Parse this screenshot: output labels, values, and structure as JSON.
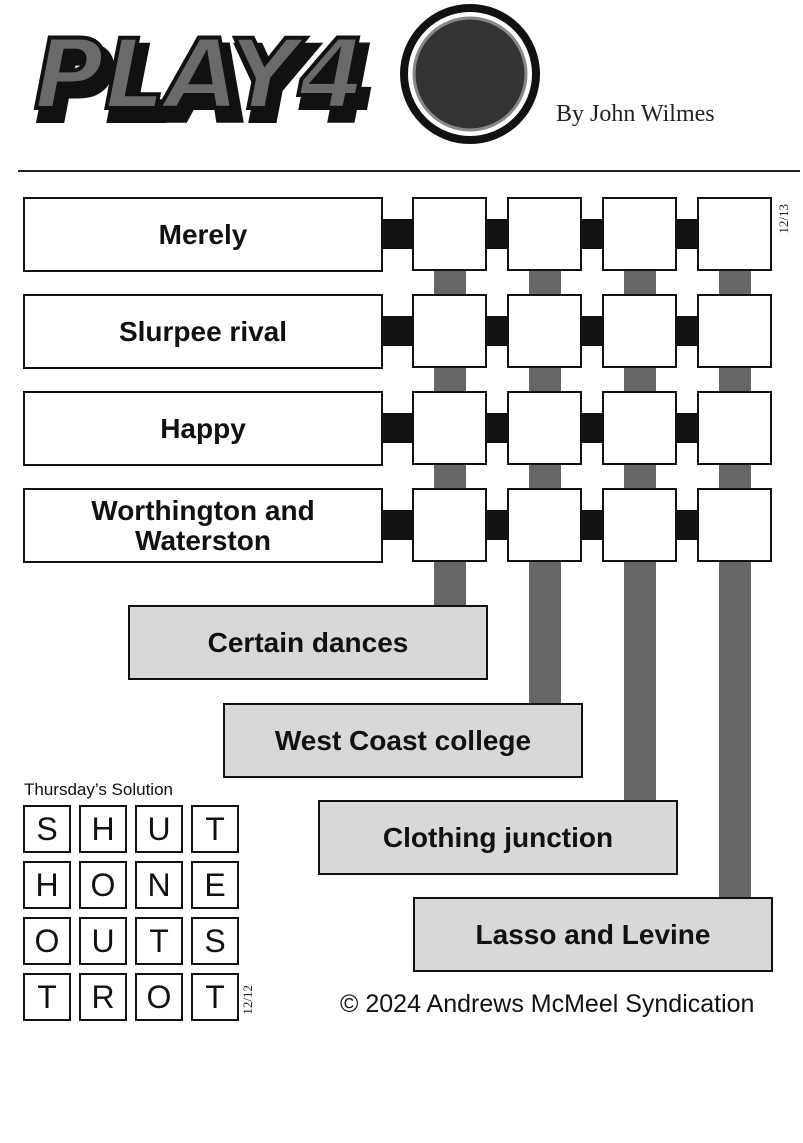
{
  "header": {
    "logo_text": "PLAY4",
    "byline": "By John Wilmes",
    "date": "12/13"
  },
  "across_clues": [
    "Merely",
    "Slurpee rival",
    "Happy",
    "Worthington and Waterston"
  ],
  "down_clues": [
    "Certain dances",
    "West Coast college",
    "Clothing junction",
    "Lasso and Levine"
  ],
  "solution": {
    "title": "Thursday’s Solution",
    "date": "12/12",
    "rows": [
      [
        "S",
        "H",
        "U",
        "T"
      ],
      [
        "H",
        "O",
        "N",
        "E"
      ],
      [
        "O",
        "U",
        "T",
        "S"
      ],
      [
        "T",
        "R",
        "O",
        "T"
      ]
    ]
  },
  "copyright": "© 2024 Andrews McMeel Syndication",
  "colors": {
    "down_clue_fill": "#d8d8d8",
    "vertical_bar": "#666666",
    "connector": "#111111"
  }
}
